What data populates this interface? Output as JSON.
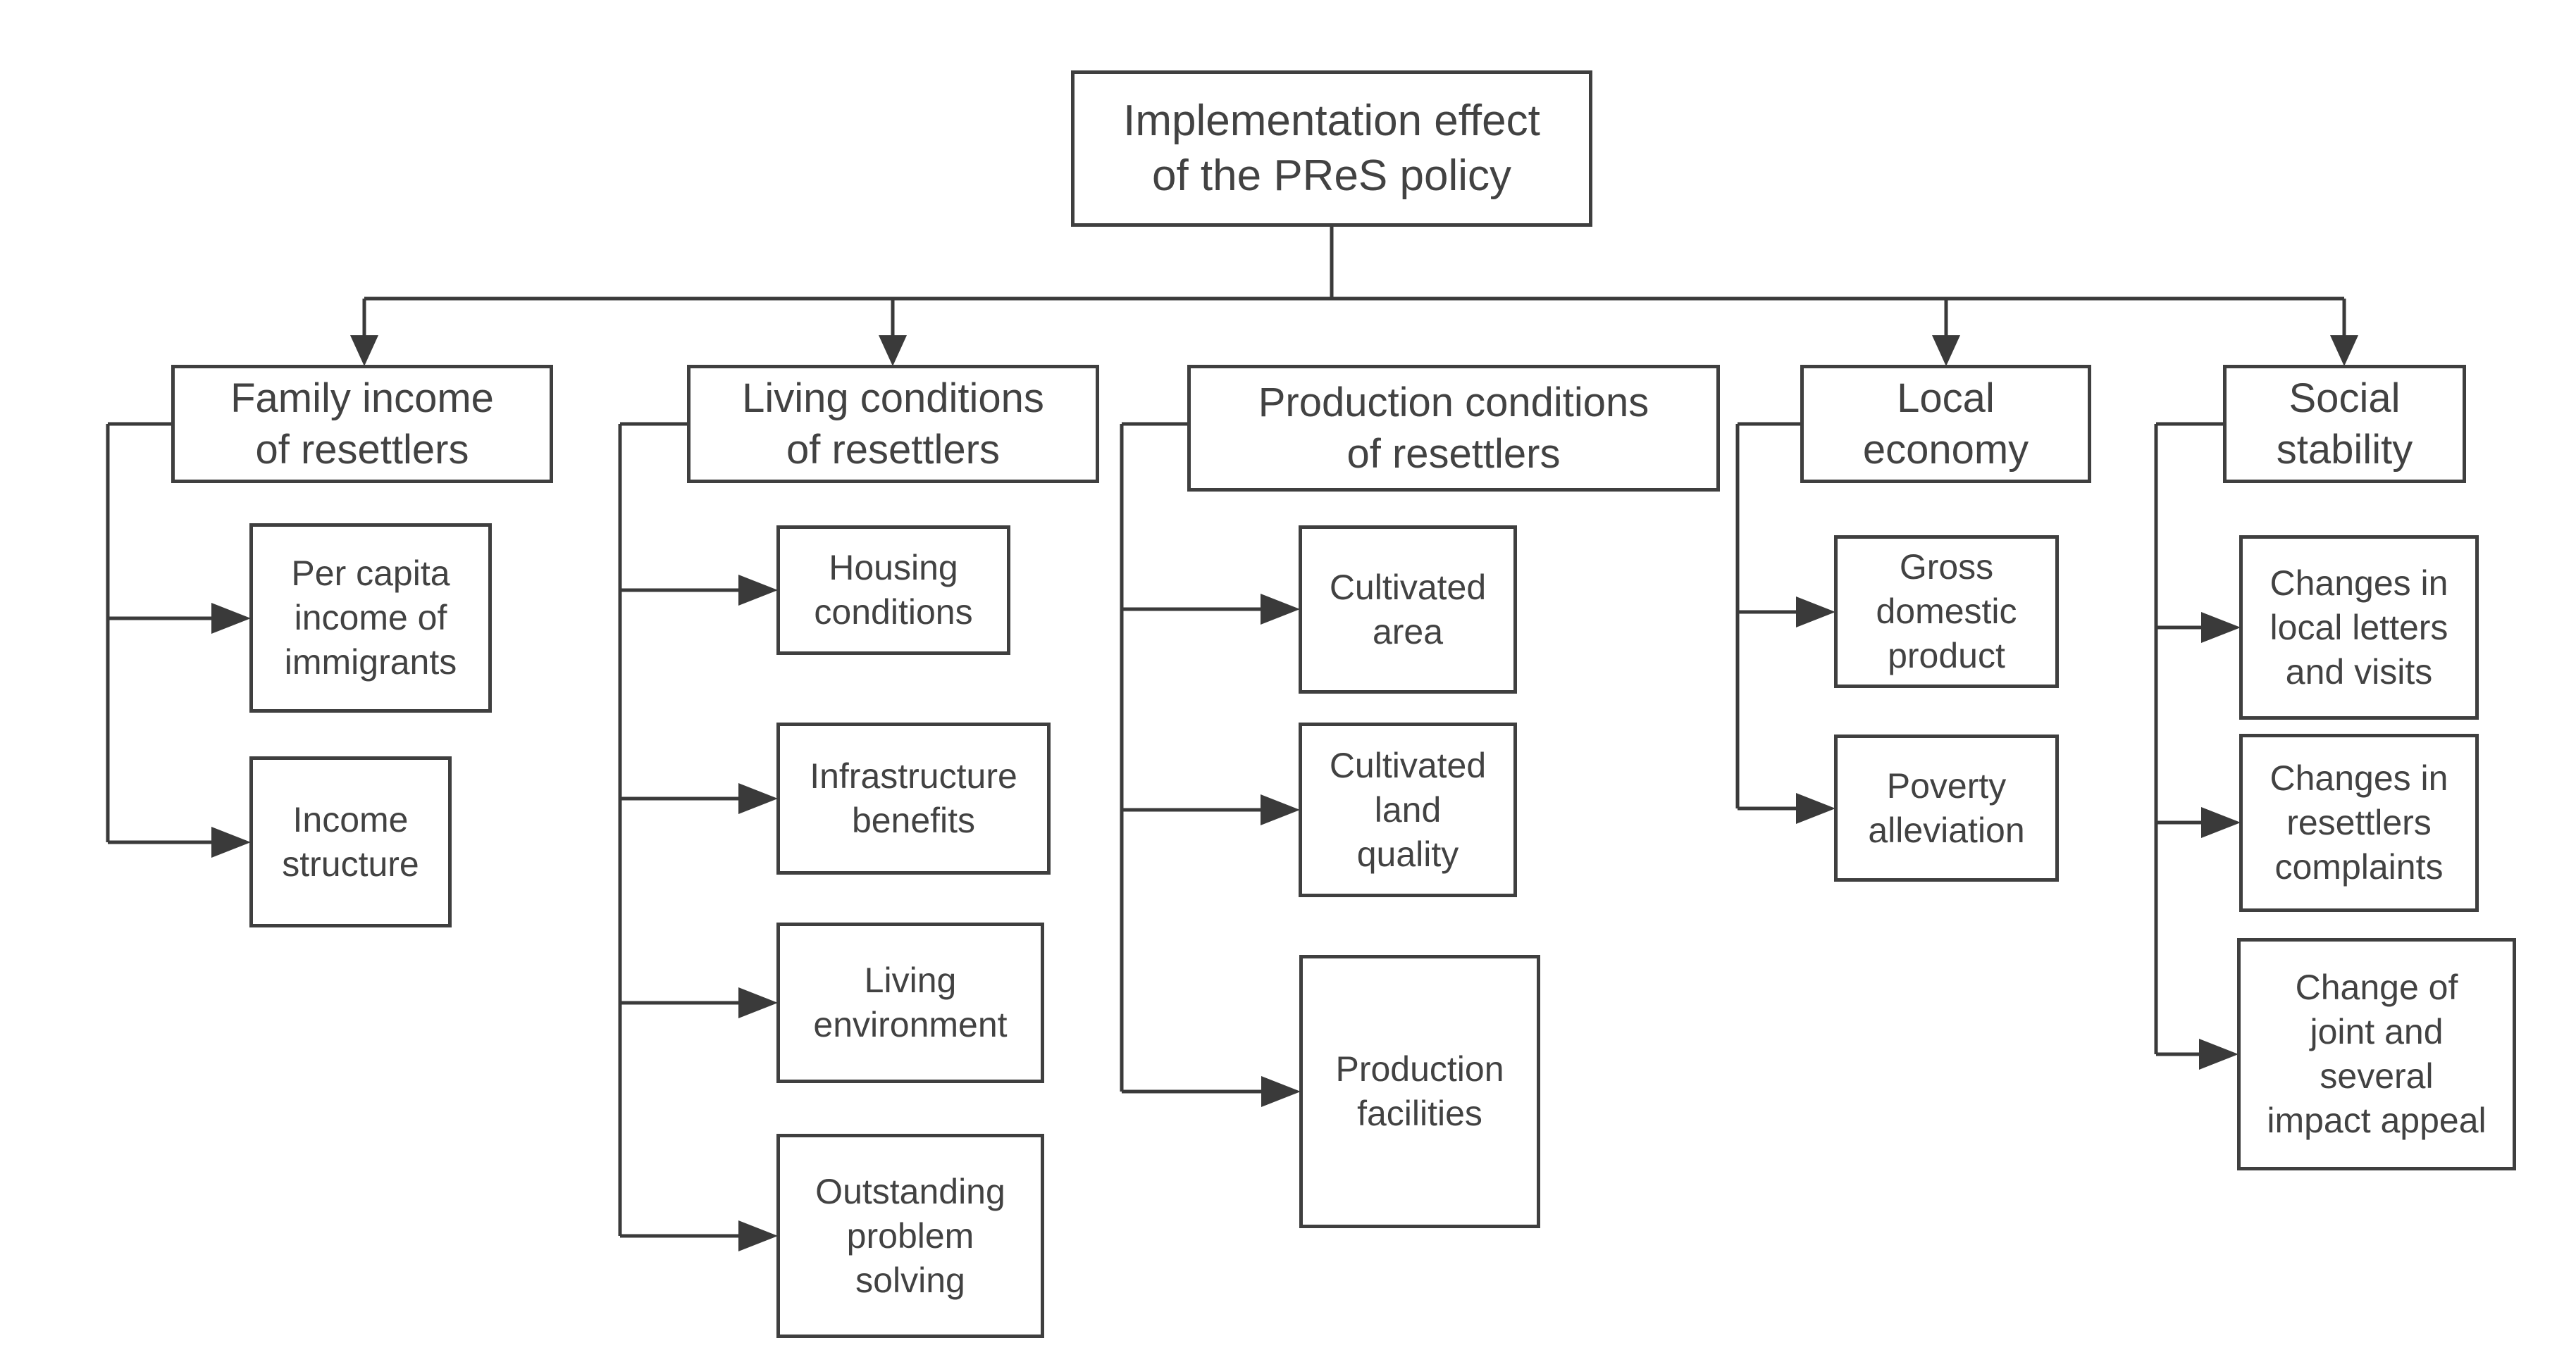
{
  "diagram": {
    "title": "Implementation effect of the PReS policy evaluation tree",
    "root": {
      "label": "Implementation effect\nof the PReS policy"
    },
    "columns": [
      {
        "header": "Family income\nof resettlers",
        "children": [
          "Per capita\nincome of\nimmigrants",
          "Income\nstructure"
        ]
      },
      {
        "header": "Living conditions\nof resettlers",
        "children": [
          "Housing\nconditions",
          "Infrastructure\nbenefits",
          "Living\nenvironment",
          "Outstanding\nproblem\nsolving"
        ]
      },
      {
        "header": "Production conditions\nof resettlers",
        "children": [
          "Cultivated\narea",
          "Cultivated\nland\nquality",
          "Production\nfacilities"
        ]
      },
      {
        "header": "Local\neconomy",
        "children": [
          "Gross\ndomestic\nproduct",
          "Poverty\nalleviation"
        ]
      },
      {
        "header": "Social\nstability",
        "children": [
          "Changes in\nlocal letters\nand visits",
          "Changes in\nresettlers\ncomplaints",
          "Change of\njoint and\nseveral\nimpact appeal"
        ]
      }
    ],
    "colors": {
      "line": "#3a3a3a",
      "border": "#3f3f3f",
      "text": "#424242",
      "background": "#ffffff"
    }
  }
}
